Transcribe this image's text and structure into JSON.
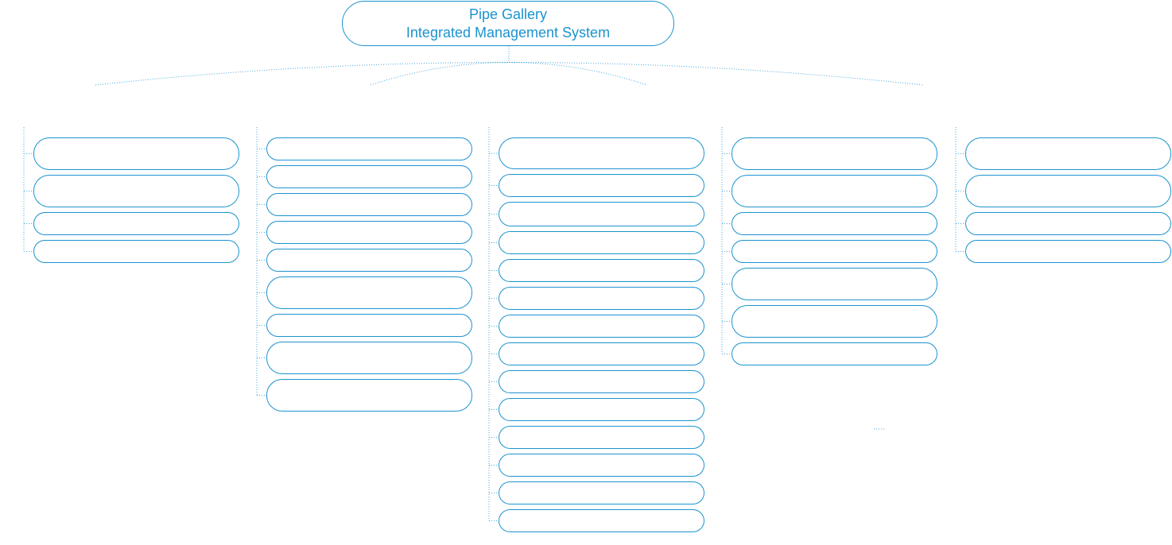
{
  "root": {
    "line1": "Pipe Gallery",
    "line2": "Integrated Management System"
  },
  "colors": {
    "stroke": "#1c93cf",
    "connector": "#4aa8dc"
  },
  "branches": [
    {
      "name": "branch-1",
      "children": [
        {
          "label": ""
        },
        {
          "label": ""
        },
        {
          "label": ""
        },
        {
          "label": ""
        }
      ]
    },
    {
      "name": "branch-2",
      "children": [
        {
          "label": ""
        },
        {
          "label": ""
        },
        {
          "label": ""
        },
        {
          "label": ""
        },
        {
          "label": ""
        },
        {
          "label": ""
        },
        {
          "label": ""
        },
        {
          "label": ""
        },
        {
          "label": ""
        }
      ]
    },
    {
      "name": "branch-3",
      "children": [
        {
          "label": ""
        },
        {
          "label": ""
        },
        {
          "label": ""
        },
        {
          "label": ""
        },
        {
          "label": ""
        },
        {
          "label": ""
        },
        {
          "label": ""
        },
        {
          "label": ""
        },
        {
          "label": ""
        },
        {
          "label": ""
        },
        {
          "label": ""
        },
        {
          "label": ""
        },
        {
          "label": ""
        },
        {
          "label": ""
        }
      ]
    },
    {
      "name": "branch-4",
      "children": [
        {
          "label": ""
        },
        {
          "label": ""
        },
        {
          "label": ""
        },
        {
          "label": ""
        },
        {
          "label": ""
        },
        {
          "label": ""
        },
        {
          "label": ""
        }
      ]
    },
    {
      "name": "branch-5",
      "children": [
        {
          "label": ""
        },
        {
          "label": ""
        },
        {
          "label": ""
        },
        {
          "label": ""
        }
      ]
    }
  ]
}
